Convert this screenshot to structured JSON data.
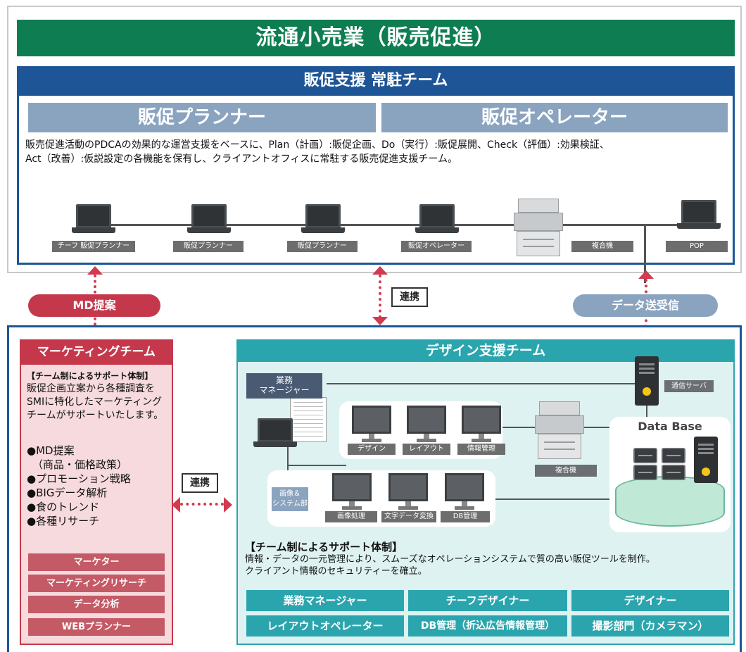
{
  "retail_title": "流通小売業（販売促進）",
  "resident_team_title": "販促支援 常駐チーム",
  "roles": {
    "planner": "販促プランナー",
    "operator": "販促オペレーター"
  },
  "description_line1": "販売促進活動のPDCAの効果的な運営支援をベースに、Plan（計画）:販促企画、Do（実行）:販促展開、Check（評価）:効果検証、",
  "description_line2": "Act（改善）:仮説設定の各機能を保有し、クライアントオフィスに常駐する販売促進支援チーム。",
  "devices": {
    "chief_planner": "チーフ 販促プランナー",
    "planner_1": "販促プランナー",
    "planner_2": "販促プランナー",
    "operator": "販促オペレーター",
    "mfp": "複合機",
    "pop": "POP"
  },
  "connectors": {
    "md_proposal": "MD提案",
    "collab": "連携",
    "data_transfer": "データ送受信"
  },
  "marketing": {
    "title": "マーケティングチーム",
    "support_heading": "【チーム制によるサポート体制】",
    "body": "販促企画立案から各種調査をSMIに特化したマーケティングチームがサポートいたします。",
    "items": [
      "●MD提案",
      "（商品・価格政策）",
      "●プロモーション戦略",
      "●BIGデータ解析",
      "●食のトレンド",
      "●各種リサーチ"
    ],
    "roles": [
      "マーケター",
      "マーケティングリサーチ",
      "データ分析",
      "WEBプランナー"
    ]
  },
  "design": {
    "title": "デザイン支援チーム",
    "manager_label": "業務\nマネージャー",
    "workstations_top": [
      "デザイン",
      "レイアウト",
      "情報管理"
    ],
    "workstations_bottom": [
      "画像処理",
      "文字データ変換",
      "DB管理"
    ],
    "image_dept": "画像＆\nシステム部",
    "mfp": "複合機",
    "comm_server": "通信サーバ",
    "database": "Data Base",
    "support_heading": "【チーム制によるサポート体制】",
    "support_line1": "情報・データの一元管理により、スムーズなオペレーションシステムで質の高い販促ツールを制作。",
    "support_line2": "クライアント情報のセキュリティーを確立。",
    "roles": [
      "業務マネージャー",
      "チーフデザイナー",
      "デザイナー",
      "レイアウトオペレーター",
      "DB管理（折込広告情報管理）",
      "撮影部門（カメラマン）"
    ]
  },
  "colors": {
    "green": "#0e7d52",
    "navy": "#1d5596",
    "red": "#c5384b",
    "teal": "#2ba5ad",
    "slate": "#8aa3bf"
  }
}
